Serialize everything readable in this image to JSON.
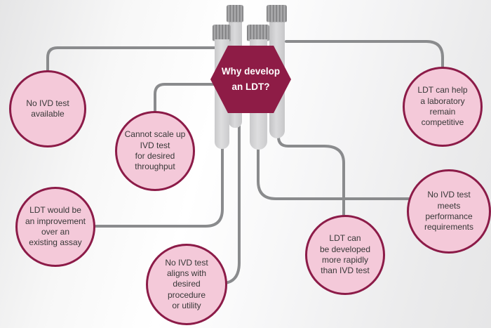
{
  "title": "Why develop an LDT? — laboratory developed test reasons diagram",
  "hexagon": {
    "label": "Why develop\nan LDT?"
  },
  "reasons": [
    {
      "id": "no-ivd-available",
      "text": "No IVD test\navailable"
    },
    {
      "id": "cannot-scale-up",
      "text": "Cannot scale up\nIVD test\nfor desired\nthroughput"
    },
    {
      "id": "ldt-improvement",
      "text": "LDT would be\nan improvement\nover an\nexisting assay"
    },
    {
      "id": "no-ivd-aligns",
      "text": "No IVD test\naligns with\ndesired\nprocedure\nor utility"
    },
    {
      "id": "ldt-rapid",
      "text": "LDT can\nbe developed\nmore rapidly\nthan IVD test"
    },
    {
      "id": "no-ivd-performance",
      "text": "No IVD test\nmeets\nperformance\nrequirements"
    },
    {
      "id": "ldt-competitive",
      "text": "LDT can help\na laboratory\nremain\ncompetitive"
    }
  ],
  "colors": {
    "hexagon_fill": "#8e1c46",
    "circle_fill": "#f4c9d9",
    "circle_border": "#8c1b48",
    "connector_gray": "#8a8b8d",
    "tube_body": "#cfcfd1",
    "tube_cap": "#9a9a9c",
    "text": "#383838"
  }
}
